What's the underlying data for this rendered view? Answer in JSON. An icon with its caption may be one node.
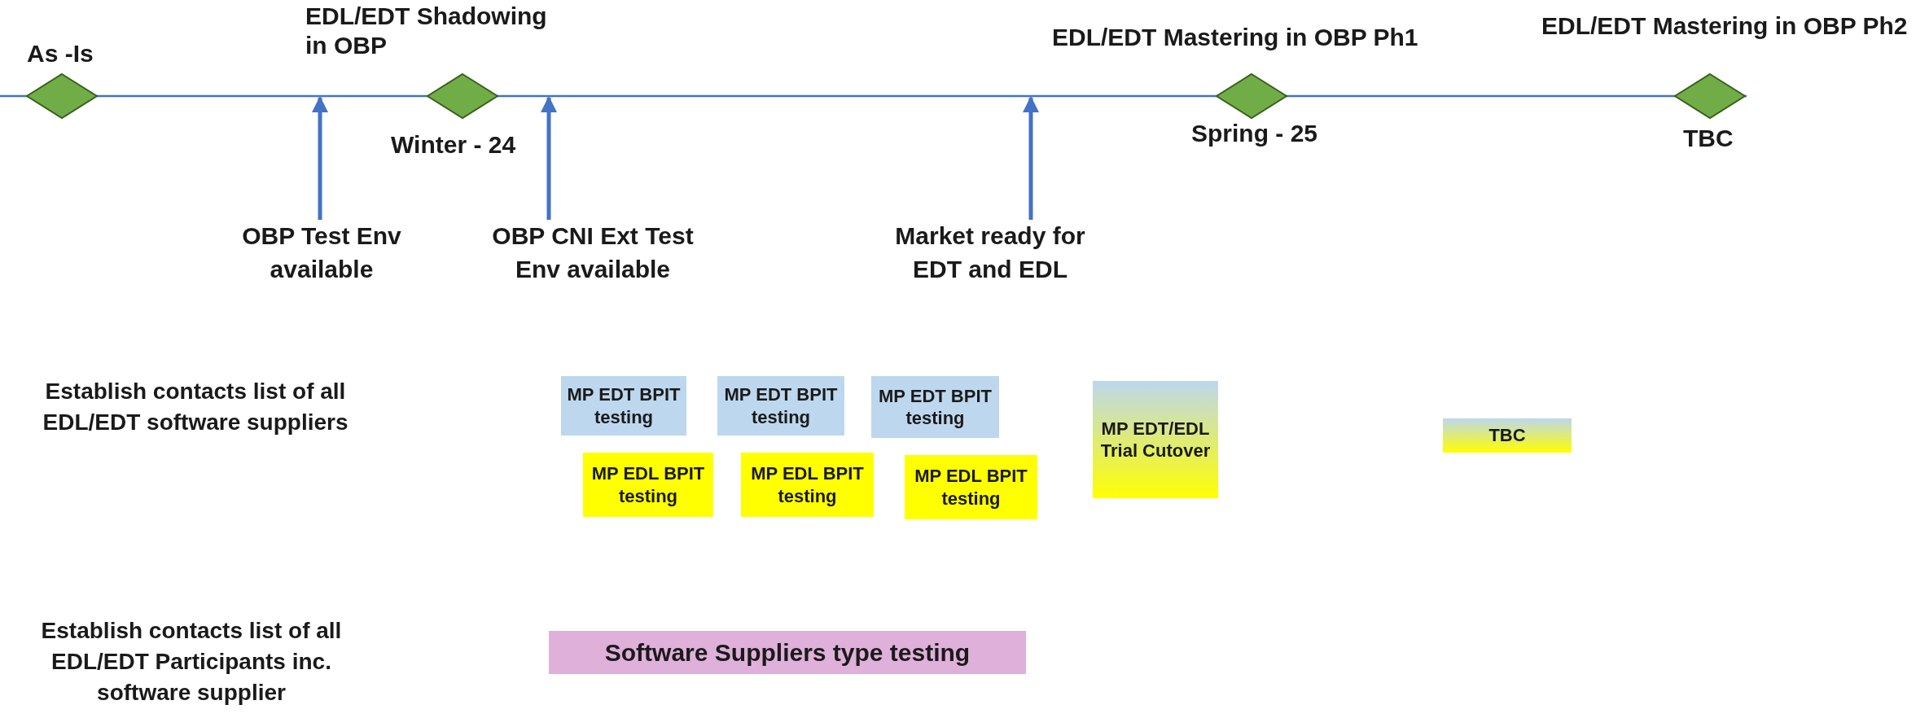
{
  "diagram": {
    "nodes": [
      {
        "text": [],
        "shape": "bar"
      },
      {
        "text": [],
        "shape": "diamond",
        "beside": [
          "As -Is"
        ]
      },
      {
        "text": [],
        "shape": "diamond",
        "beside": [
          "EDL/EDT Shadowing in OBP",
          "Winter - 24"
        ]
      },
      {
        "text": [],
        "shape": "diamond",
        "beside": [
          "EDL/EDT Mastering in OBP Ph1",
          "Spring - 25"
        ]
      },
      {
        "text": [],
        "shape": "diamond",
        "beside": [
          "EDL/EDT Mastering in OBP Ph2",
          "TBC"
        ]
      },
      {
        "text": [
          "OBP Test Env available"
        ]
      },
      {
        "text": [
          "OBP CNI Ext Test Env available"
        ]
      },
      {
        "text": [
          "Market ready for EDT and EDL"
        ]
      },
      {
        "text": [
          "MP EDT BPIT testing"
        ]
      },
      {
        "text": [
          "MP EDT BPIT testing"
        ]
      },
      {
        "text": [
          "MP EDT BPIT testing"
        ]
      },
      {
        "text": [
          "MP EDT/EDL Trial Cutover"
        ]
      },
      {
        "text": [
          "TBC"
        ]
      },
      {
        "text": [
          "MP EDL BPIT testing"
        ]
      },
      {
        "text": [
          "MP EDL BPIT testing"
        ]
      },
      {
        "text": [
          "MP EDL BPIT testing"
        ]
      },
      {
        "text": [
          "Software Suppliers type testing"
        ]
      }
    ],
    "edges": [
      {
        "from": 5,
        "to": 0,
        "arrow": "to"
      },
      {
        "from": 6,
        "to": 0,
        "arrow": "to"
      },
      {
        "from": 7,
        "to": 0,
        "arrow": "to"
      }
    ],
    "labels": [
      "Establish contacts list of all EDL/EDT software suppliers",
      "Establish contacts list of all EDL/EDT Participants inc. software supplier"
    ]
  }
}
